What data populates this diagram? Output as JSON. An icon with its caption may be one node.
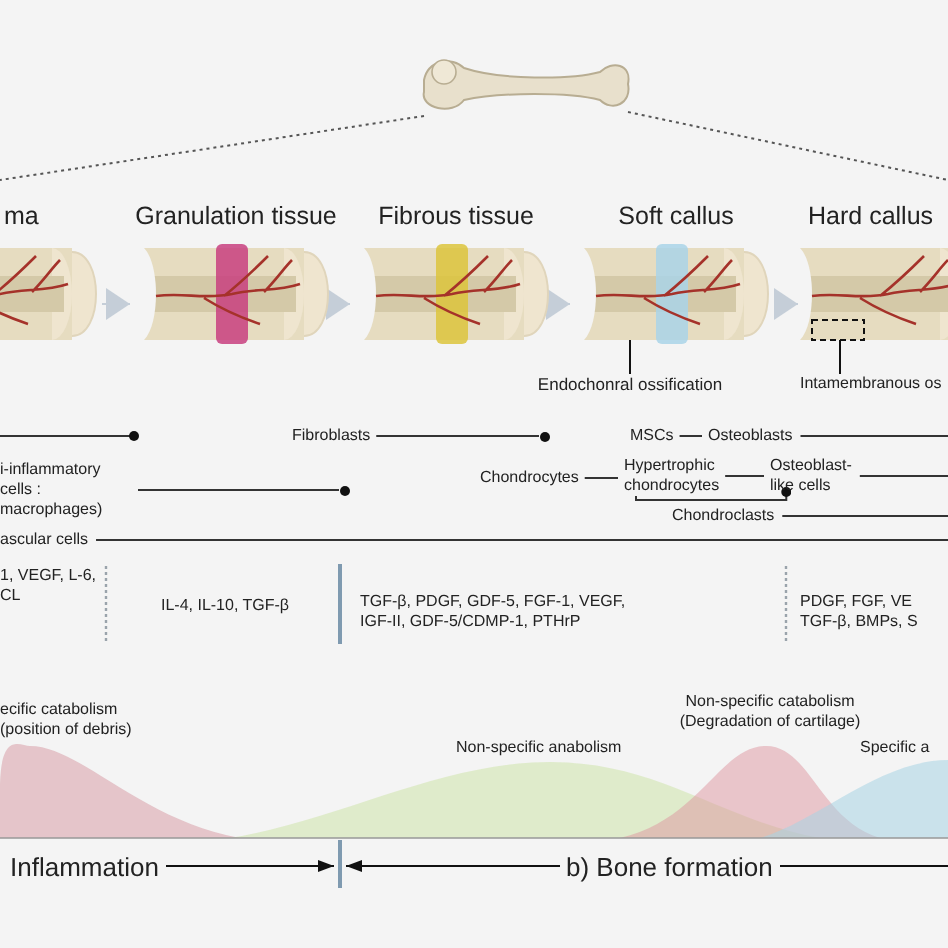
{
  "diagram": {
    "nodes": [
      {
        "text": [
          "ma"
        ]
      },
      {
        "text": [
          "Granulation tissue"
        ]
      },
      {
        "text": [
          "Fibrous tissue"
        ]
      },
      {
        "text": [
          "Soft callus"
        ]
      },
      {
        "text": [
          "Hard callus"
        ]
      },
      {
        "text": [
          "Endochonral ossification"
        ]
      },
      {
        "text": [
          "Intamembranous os"
        ]
      },
      {
        "text": [
          "Fibroblasts"
        ]
      },
      {
        "text": [
          "MSCs"
        ]
      },
      {
        "text": [
          "Osteoblasts"
        ]
      },
      {
        "text": [
          "i-inflammatory cells : macrophages)"
        ]
      },
      {
        "text": [
          "Chondrocytes"
        ]
      },
      {
        "text": [
          "Hypertrophic chondrocytes"
        ]
      },
      {
        "text": [
          "Osteoblast-like cells"
        ]
      },
      {
        "text": [
          "Chondroclasts"
        ]
      },
      {
        "text": [
          "ascular cells"
        ]
      },
      {
        "text": [],
        "shape": "circle"
      },
      {
        "text": [],
        "shape": "circle"
      }
    ],
    "edges": [
      {
        "from": 0,
        "to": 1,
        "arrow": "to",
        "color": "#c5ced8"
      },
      {
        "from": 1,
        "to": 2,
        "arrow": "to",
        "color": "#c5ced8"
      },
      {
        "from": 2,
        "to": 3,
        "arrow": "to",
        "color": "#c5ced8"
      },
      {
        "from": 3,
        "to": 4,
        "arrow": "to",
        "color": "#c5ced8"
      },
      {
        "from": 5,
        "to": 3,
        "arrow": "none"
      },
      {
        "from": 6,
        "to": 4,
        "arrow": "none"
      },
      {
        "from": 8,
        "to": 9,
        "arrow": "none"
      },
      {
        "from": 11,
        "to": 12,
        "arrow": "none"
      },
      {
        "from": 12,
        "to": 13,
        "arrow": "none"
      },
      {
        "from": 12,
        "to": 14,
        "arrow": "other"
      },
      {
        "from": 7,
        "to": 16,
        "arrow": "none"
      },
      {
        "from": 9,
        "to": null,
        "arrow": "none"
      },
      {
        "from": 10,
        "to": 17,
        "arrow": "none"
      },
      {
        "from": 13,
        "to": null,
        "arrow": "none"
      },
      {
        "from": 14,
        "to": null,
        "arrow": "none"
      },
      {
        "from": 15,
        "to": null,
        "arrow": "none"
      }
    ],
    "labels": [
      "1, VEGF, L-6, CL",
      "IL-4, IL-10, TGF-β",
      "TGF-β, PDGF, GDF-5, FGF-1, VEGF, IGF-II, GDF-5/CDMP-1, PTHrP",
      "PDGF, FGF, VE TGF-β, BMPs, S",
      "ecific catabolism (position of debris)",
      "Non-specific anabolism",
      "Non-specific catabolism (Degradation of cartilage)",
      "Specific a",
      "Inflammation",
      "b) Bone formation"
    ]
  }
}
